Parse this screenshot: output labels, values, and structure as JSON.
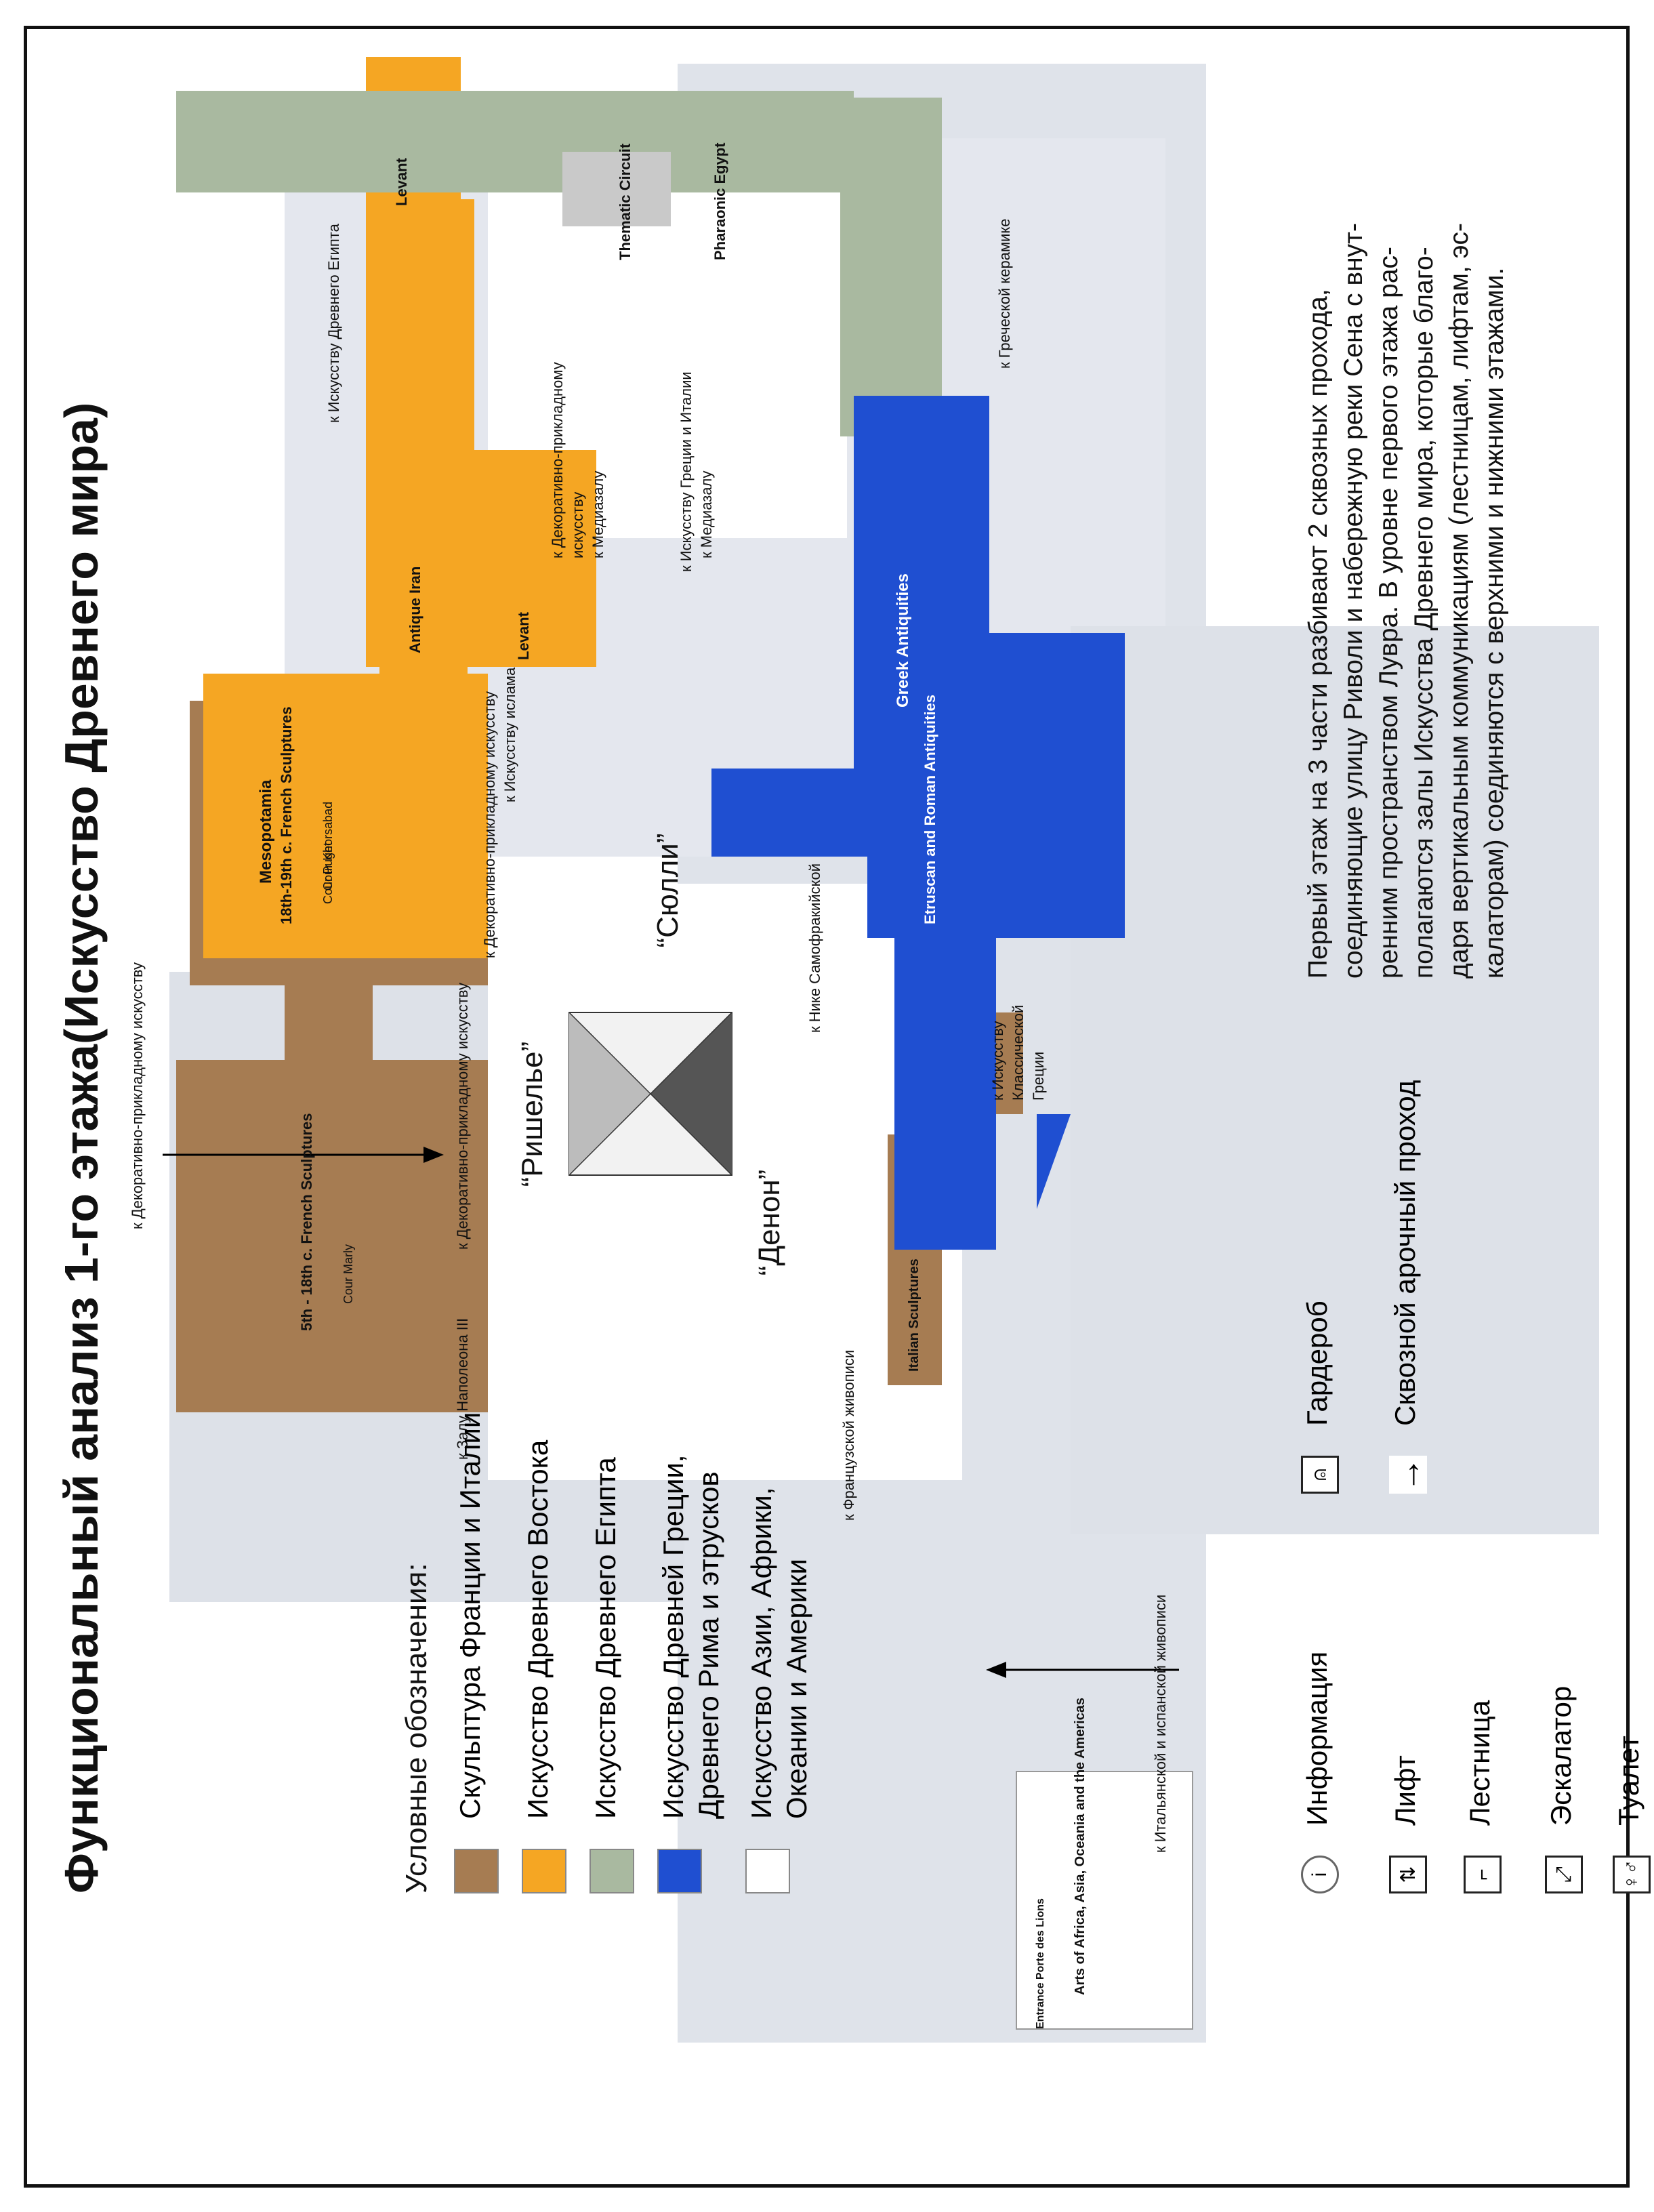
{
  "title": "Функциональный анализ 1-го этажа(Искусство Древнего мира)",
  "legend": {
    "heading": "Условные обозначения:",
    "items": [
      {
        "label": "Скульптура Франции и Италии",
        "color": "#a67c52"
      },
      {
        "label": "Искусство Древнего Востока",
        "color": "#f5a623"
      },
      {
        "label": "Искусство Древнего Египта",
        "color": "#a9b9a0"
      },
      {
        "label": "Искусство Древней Греции, Древнего Рима и этрусков",
        "line1": "Искусство Древней Греции,",
        "line2": "Древнего Рима и этрусков",
        "color": "#1f4fd1"
      },
      {
        "label": "Искусство Азии, Африки, Океании и Америки",
        "line1": "Искусство Азии, Африки,",
        "line2": "Океании и Америки",
        "color": "#ffffff"
      }
    ]
  },
  "symbols": [
    {
      "icon": "info-icon",
      "glyph": "i",
      "label": "Информация"
    },
    {
      "icon": "elevator-icon",
      "glyph": "⇅",
      "label": "Лифт"
    },
    {
      "icon": "stairs-icon",
      "glyph": "⌐",
      "label": "Лестница"
    },
    {
      "icon": "escalator-icon",
      "glyph": "⤢",
      "label": "Эскалатор"
    },
    {
      "icon": "toilet-icon",
      "glyph": "♀♂",
      "label": "Туалет"
    },
    {
      "icon": "cloakroom-icon",
      "glyph": "⍝",
      "label": "Гардероб"
    },
    {
      "icon": "arrow-right-icon",
      "glyph": "→",
      "label": "Сквозной арочный проход"
    }
  ],
  "description": {
    "lines": [
      "Первый этаж на 3 части разбивают 2 сквозных прохода,",
      "соединяющие улицу Риволи и набережную реки Сена с внут-",
      "ренним пространством Лувра.  В  уровне первого этажа рас-",
      "полагаются залы  Искусства  Древнего мира,  которые благо-",
      "даря вертикальным коммуникациям  (лестницам, лифтам, эс-",
      "калаторам) соединяются с верхними и нижними этажами."
    ]
  },
  "map": {
    "wings": {
      "richelieu": "“Ришелье”",
      "sully": "“Сюлли”",
      "denon": "“Денон”"
    },
    "zones": {
      "french_sculptures_a": "5th - 18th c. French Sculptures",
      "cour_marly": "Cour Marly",
      "french_sculptures_b": "18th-19th c. French Sculptures",
      "cour_puget": "Cour Puget",
      "mesopotamia": "Mesopotamia",
      "cour_khorsabad": "Cour Khorsabad",
      "antique_iran": "Antique Iran",
      "levant_b": "Levant",
      "levant_20": "Levant",
      "thematic_circuit": "Thematic Circuit",
      "pharaonic_egypt": "Pharaonic Egypt",
      "greek_antiquities": "Greek Antiquities",
      "etruscan_roman": "Etruscan and Roman Antiquities",
      "italian_sculptures": "Italian Sculptures",
      "arts_africa": "Arts of Africa, Asia, Oceania and the Americas",
      "entrance": "Entrance Porte des Lions"
    },
    "directions": {
      "decorative_1": "к Декоративно-прикладному искусству",
      "decorative_2": "к Декоративно-прикладному искусству",
      "decorative_3": "к Декоративно-прикладному искусству",
      "napoleon": "к Залу Наполеона III",
      "islam": "к Искусству ислама",
      "egypt": "к Искусству Древнего Египта",
      "greek_ceramics": "к Греческой керамике",
      "decorative_sully_a": "к Декоративно-прикладному",
      "decorative_sully_b": "искусству",
      "media_1": "к Медиазалу",
      "greece_italy": "к Искусству Греции и Италии",
      "media_2": "к Медиазалу",
      "nike": "к Нике Самофракийской",
      "classical_greece_a": "к Искусству",
      "classical_greece_b": "Классической",
      "classical_greece_c": "Греции",
      "french_painting": "к Французской живописи",
      "italian_spanish": "к Итальянской и испанской живописи"
    }
  }
}
